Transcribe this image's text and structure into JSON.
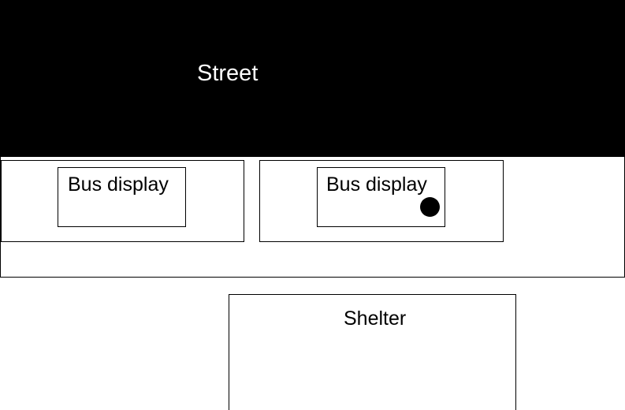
{
  "street": {
    "label": "Street"
  },
  "displays": [
    {
      "label": "Bus display"
    },
    {
      "label": "Bus display"
    }
  ],
  "shelter": {
    "label": "Shelter"
  },
  "colors": {
    "street": "#000000",
    "background": "#ffffff",
    "outline": "#000000",
    "marker": "#000000"
  }
}
